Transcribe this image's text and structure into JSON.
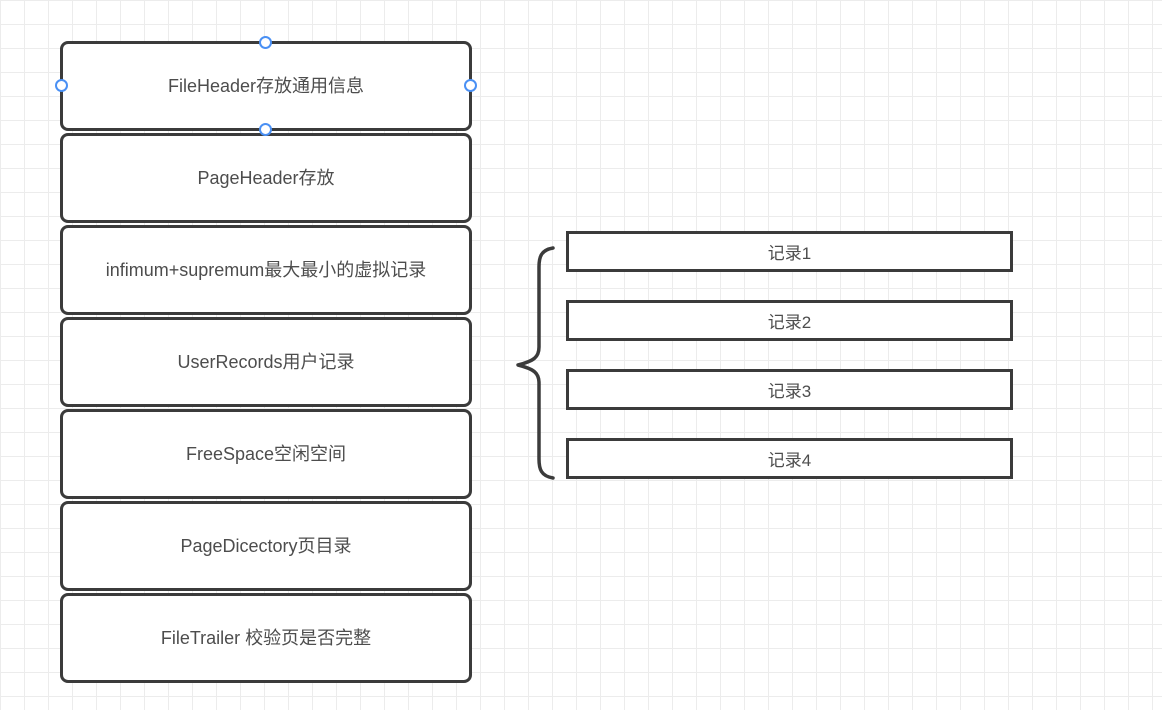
{
  "canvas": {
    "background": "#ffffff",
    "grid_color": "#ececec"
  },
  "colors": {
    "shape_border": "#3b3b3b",
    "shape_fill": "#ffffff",
    "text": "#4d4d4d",
    "selection_handle_stroke": "#4a90f4",
    "selection_handle_fill": "#ffffff"
  },
  "page_stack": {
    "items": [
      {
        "label": "FileHeader存放通用信息",
        "selected": true
      },
      {
        "label": "PageHeader存放",
        "selected": false
      },
      {
        "label": "infimum+supremum最大最小的虚拟记录",
        "selected": false
      },
      {
        "label": "UserRecords用户记录",
        "selected": false
      },
      {
        "label": "FreeSpace空闲空间",
        "selected": false
      },
      {
        "label": "PageDicectory页目录",
        "selected": false
      },
      {
        "label": "FileTrailer 校验页是否完整",
        "selected": false
      }
    ]
  },
  "record_group": {
    "brace_icon": "left-curly-brace",
    "items": [
      {
        "label": "记录1"
      },
      {
        "label": "记录2"
      },
      {
        "label": "记录3"
      },
      {
        "label": "记录4"
      }
    ]
  }
}
